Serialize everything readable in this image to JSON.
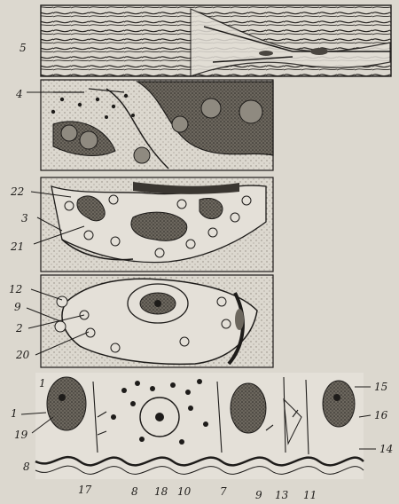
{
  "panels": [
    {
      "id": "panel-5"
    },
    {
      "id": "panel-4"
    },
    {
      "id": "panel-3"
    },
    {
      "id": "panel-2"
    },
    {
      "id": "panel-1"
    }
  ],
  "labels": {
    "l5": "5",
    "l4": "4",
    "l22": "22",
    "l3": "3",
    "l21": "21",
    "l12": "12",
    "l9a": "9",
    "l2": "2",
    "l20": "20",
    "l1top": "1",
    "l1": "1",
    "l19": "19",
    "l8a": "8",
    "l17": "17",
    "l8b": "8",
    "l18": "18",
    "l10": "10",
    "l7": "7",
    "l9b": "9",
    "l13": "13",
    "l11": "11",
    "l15": "15",
    "l16": "16",
    "l14": "14"
  },
  "colors": {
    "page": "#dcd8cf",
    "ink": "#1e1c1a",
    "stipple": "#b9b4aa",
    "dark_nucleus": "#4a4640",
    "mid_nucleus": "#8f8a80"
  }
}
